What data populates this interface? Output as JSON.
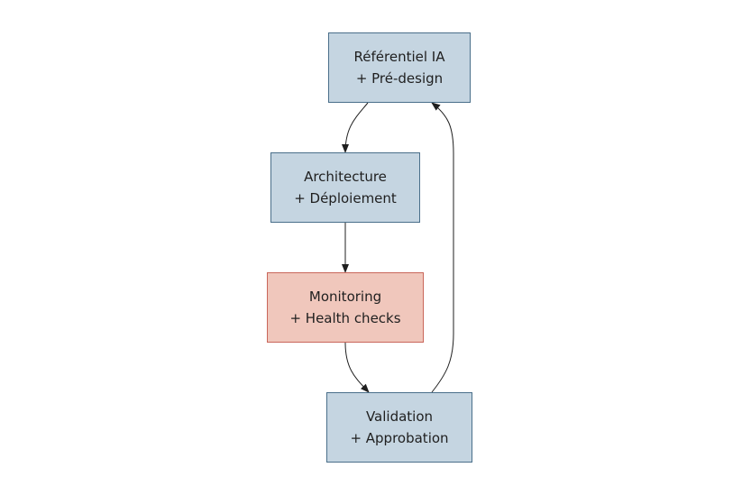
{
  "nodes": {
    "referentiel": {
      "line1": "Référentiel IA",
      "line2": "+ Pré-design",
      "fill": "#c5d5e1",
      "stroke": "#4a6f8a"
    },
    "architecture": {
      "line1": "Architecture",
      "line2": "+ Déploiement",
      "fill": "#c5d5e1",
      "stroke": "#4a6f8a"
    },
    "monitoring": {
      "line1": "Monitoring",
      "line2": "+ Health checks",
      "fill": "#f0c7bc",
      "stroke": "#c9665a"
    },
    "validation": {
      "line1": "Validation",
      "line2": "+ Approbation",
      "fill": "#c5d5e1",
      "stroke": "#4a6f8a"
    }
  },
  "edges": [
    {
      "from": "referentiel",
      "to": "architecture"
    },
    {
      "from": "architecture",
      "to": "monitoring"
    },
    {
      "from": "monitoring",
      "to": "validation"
    },
    {
      "from": "validation",
      "to": "referentiel"
    }
  ],
  "colors": {
    "edge": "#1f1f1f",
    "background": "#ffffff"
  }
}
